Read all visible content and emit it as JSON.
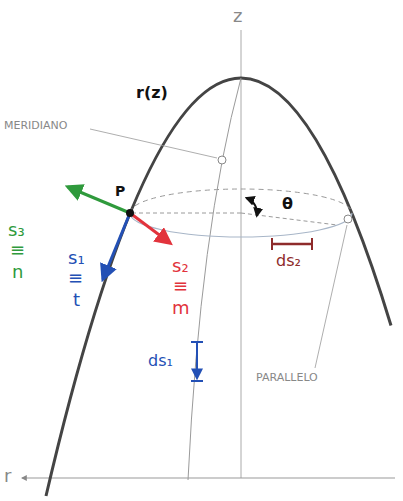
{
  "diagram": {
    "labels": [
      "z",
      "r(z)",
      "MERIDIANO",
      "θ",
      "P",
      "s₃",
      "≡",
      "n",
      "s₁",
      "≡",
      "t",
      "s₂",
      "≡",
      "m",
      "ds₂",
      "PARALLELO",
      "ds₁",
      "r"
    ]
  }
}
